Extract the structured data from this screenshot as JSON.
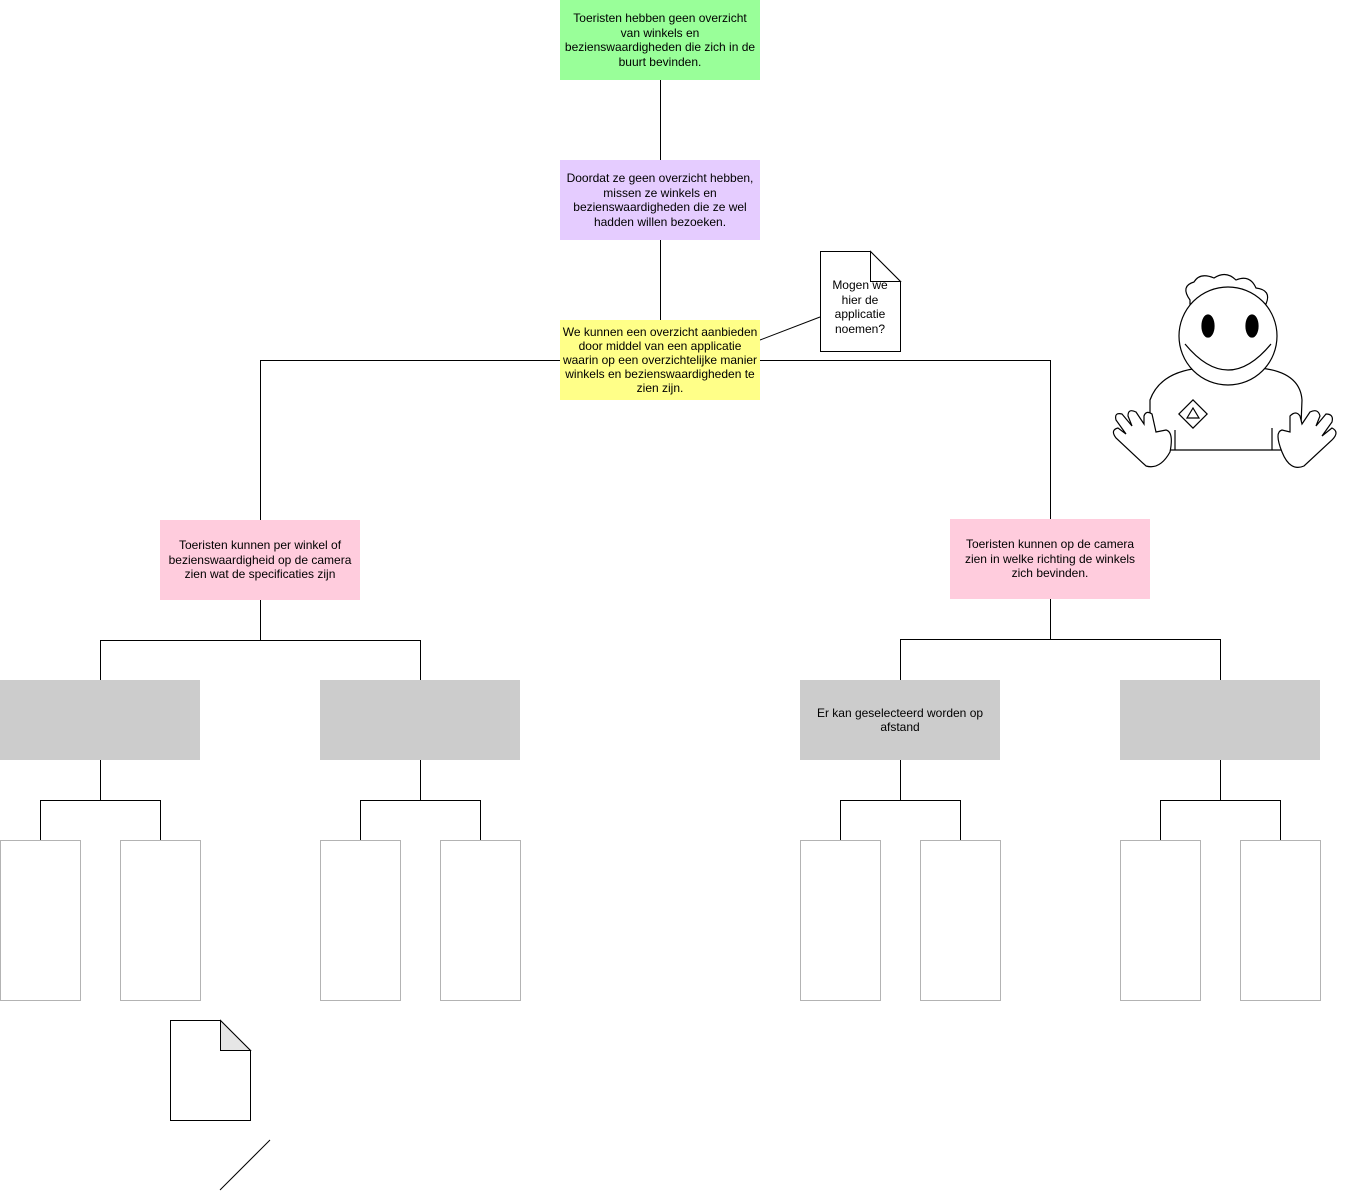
{
  "nodes": {
    "problem": {
      "text": "Toeristen hebben geen overzicht van winkels en bezienswaardigheden die zich in de buurt bevinden.",
      "color": "#99ff99"
    },
    "cause": {
      "text": "Doordat ze geen overzicht hebben, missen ze winkels en bezienswaardigheden die ze wel hadden willen bezoeken.",
      "color": "#e5ccff"
    },
    "solution": {
      "text": "We kunnen een overzicht aanbieden door middel van een applicatie waarin op een overzichtelijke manier winkels en bezienswaardigheden te zien zijn.",
      "color": "#ffff88"
    },
    "left_branch": {
      "text": "Toeristen kunnen per winkel of bezienswaardigheid op de camera zien wat de specificaties zijn",
      "color": "#ffccdd"
    },
    "right_branch": {
      "text": "Toeristen kunnen op de camera zien in welke richting de winkels zich bevinden.",
      "color": "#ffccdd"
    },
    "right_sub_1": {
      "text": "Er kan geselecteerd worden op afstand",
      "color": "#cccccc"
    }
  },
  "notes": {
    "top_note": {
      "text": "Mogen we hier de applicatie noemen?"
    },
    "bottom_note": {
      "text": ""
    }
  },
  "colors": {
    "line": "#000000",
    "grey_box": "#cccccc",
    "leaf_border": "#b3b3b3"
  }
}
